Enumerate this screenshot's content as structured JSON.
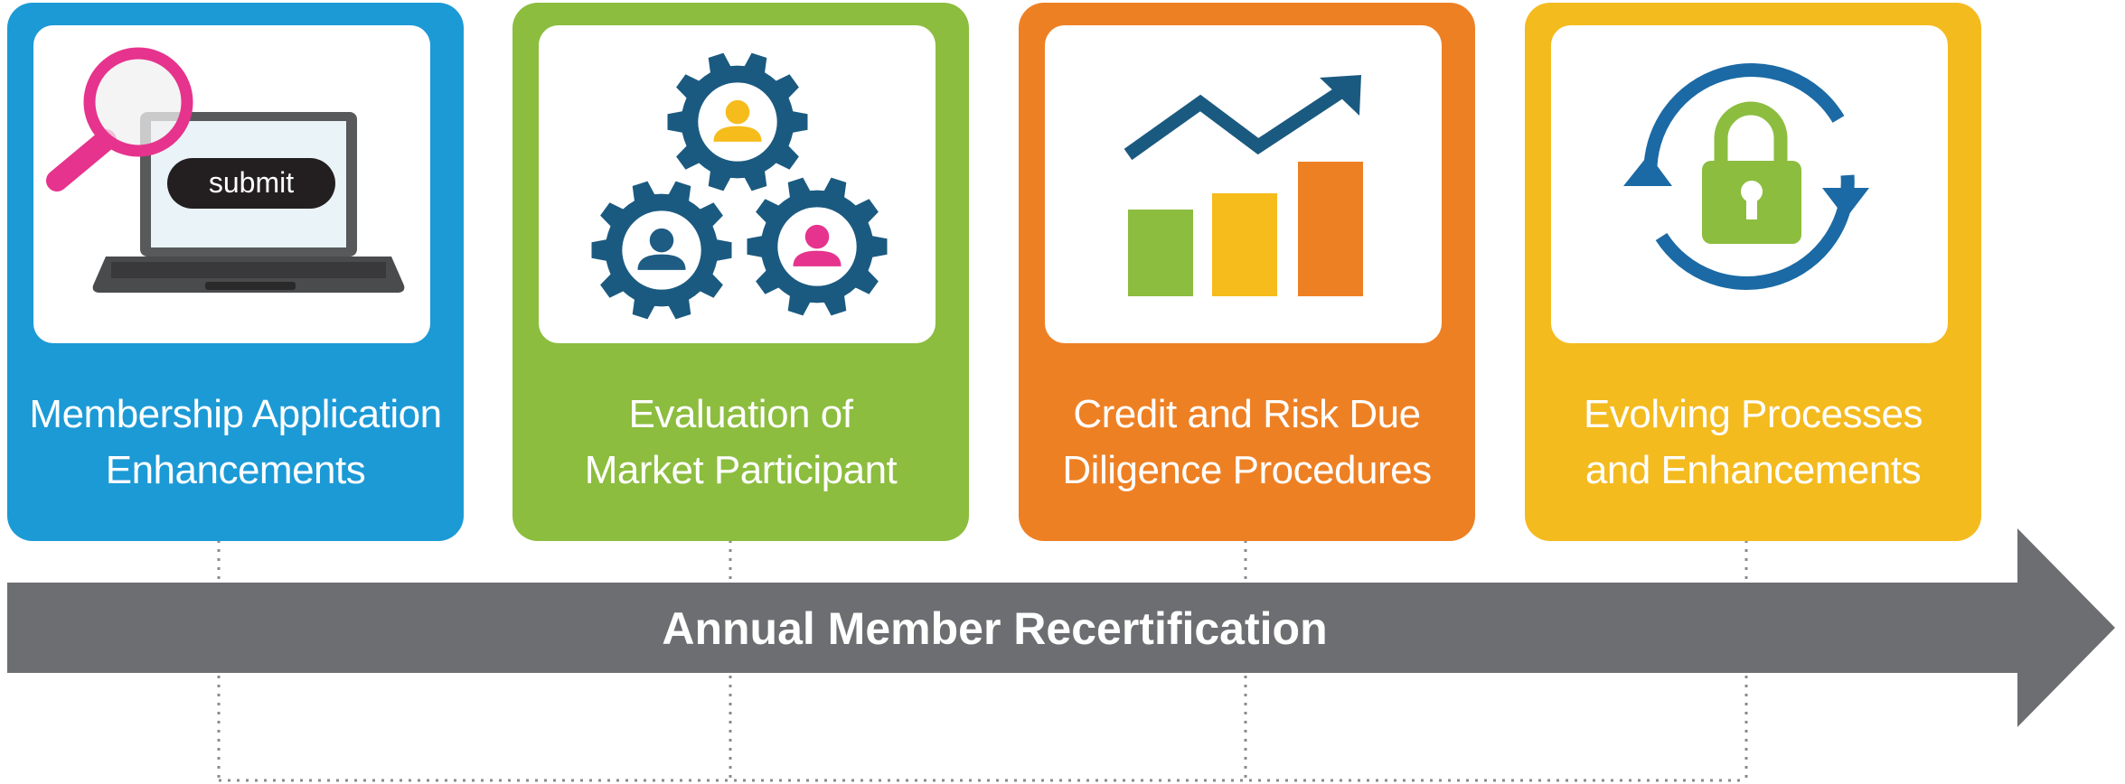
{
  "cards": [
    {
      "color": "#1c9ad6",
      "icon": "laptop-magnifier-icon",
      "icon_text": "submit",
      "label_lines": [
        "Membership Application",
        "Enhancements"
      ]
    },
    {
      "color": "#8cbd3f",
      "icon": "gears-people-icon",
      "label_lines": [
        "Evaluation of",
        "Market Participant"
      ]
    },
    {
      "color": "#ee8024",
      "icon": "growth-chart-icon",
      "label_lines": [
        "Credit and Risk Due",
        "Diligence Procedures"
      ]
    },
    {
      "color": "#f4bb1f",
      "icon": "lock-refresh-icon",
      "label_lines": [
        "Evolving Processes",
        "and Enhancements"
      ]
    }
  ],
  "timeline": {
    "label": "Annual Member Recertification",
    "color": "#6d6e71"
  }
}
